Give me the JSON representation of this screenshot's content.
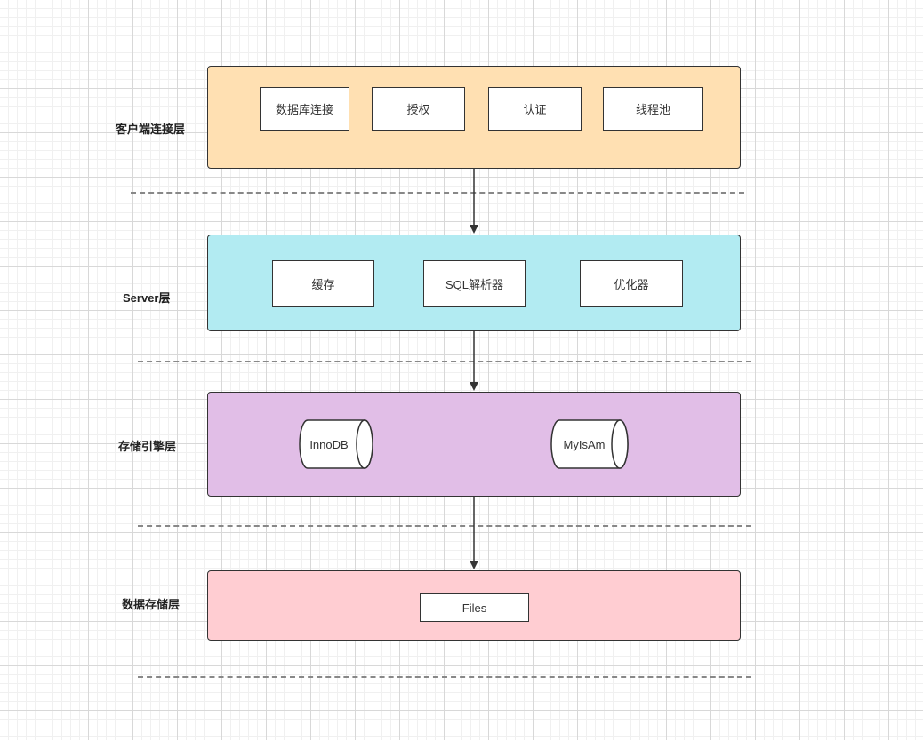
{
  "colors": {
    "client_layer": "#ffe0b2",
    "server_layer": "#b2ebf2",
    "engine_layer": "#e1bee7",
    "storage_layer": "#ffcdd2"
  },
  "layers": {
    "client": {
      "label": "客户端连接层",
      "components": [
        "数据库连接",
        "授权",
        "认证",
        "线程池"
      ]
    },
    "server": {
      "label": "Server层",
      "components": [
        "缓存",
        "SQL解析器",
        "优化器"
      ]
    },
    "engine": {
      "label": "存储引擎层",
      "engines": [
        "InnoDB",
        "MyIsAm"
      ]
    },
    "storage": {
      "label": "数据存储层",
      "components": [
        "Files"
      ]
    }
  }
}
